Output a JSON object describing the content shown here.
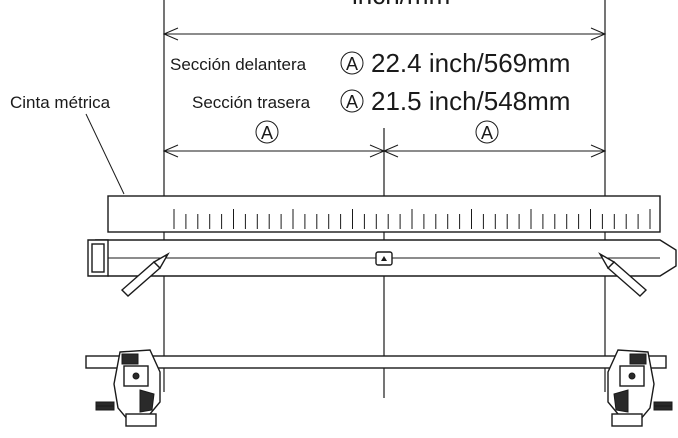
{
  "labels": {
    "top_partial": "inch/mm",
    "tape_measure": "Cinta métrica",
    "front_section": "Sección delantera",
    "rear_section": "Sección trasera",
    "marker": "A",
    "front_value": "22.4 inch/569mm",
    "rear_value": "21.5 inch/548mm"
  },
  "ruler_ticks": 41
}
